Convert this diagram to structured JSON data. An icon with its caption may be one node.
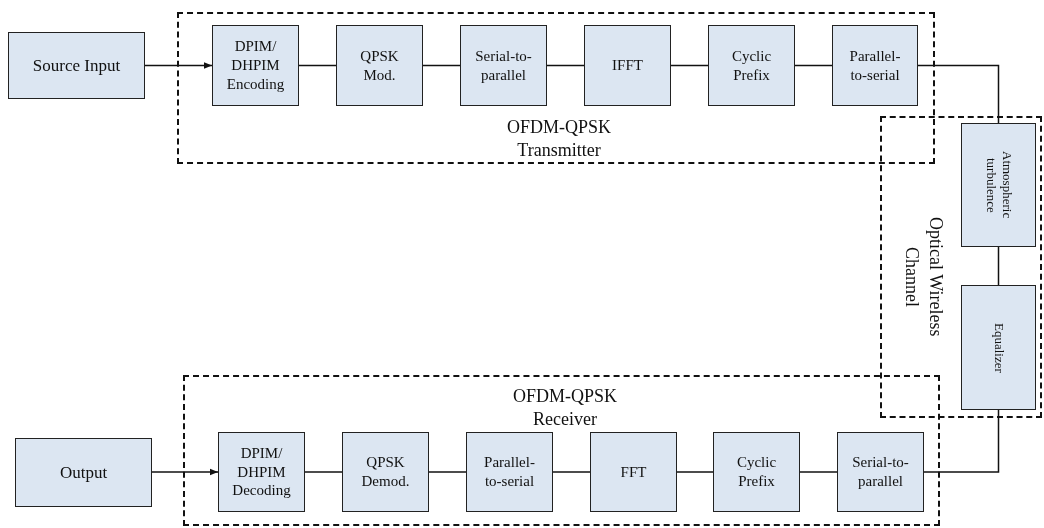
{
  "diagram": {
    "nodes": [
      {
        "text": [
          "Source Input"
        ]
      },
      {
        "text": [
          "OFDM-QPSK Transmitter"
        ]
      },
      {
        "text": [
          "DPIM/ DHPIM Encoding"
        ],
        "in": 1
      },
      {
        "text": [
          "QPSK Mod."
        ],
        "in": 1
      },
      {
        "text": [
          "Serial-to-parallel"
        ],
        "in": 1
      },
      {
        "text": [
          "IFFT"
        ],
        "in": 1
      },
      {
        "text": [
          "Cyclic Prefix"
        ],
        "in": 1
      },
      {
        "text": [
          "Parallel-to-serial"
        ],
        "in": 1
      },
      {
        "text": [
          "Optical Wireless Channel"
        ]
      },
      {
        "text": [
          "Atmospheric turbulence"
        ],
        "in": 8
      },
      {
        "text": [
          "Equalizer"
        ],
        "in": 8
      },
      {
        "text": [
          "OFDM-QPSK Receiver"
        ]
      },
      {
        "text": [
          "DPIM/ DHPIM Decoding"
        ],
        "in": 11
      },
      {
        "text": [
          "QPSK Demod."
        ],
        "in": 11
      },
      {
        "text": [
          "Parallel-to-serial"
        ],
        "in": 11
      },
      {
        "text": [
          "FFT"
        ],
        "in": 11
      },
      {
        "text": [
          "Cyclic Prefix"
        ],
        "in": 11
      },
      {
        "text": [
          "Serial-to-parallel"
        ],
        "in": 11
      },
      {
        "text": [
          "Output"
        ]
      }
    ],
    "edges": [
      {
        "from": 0,
        "to": 2,
        "arrow": "to"
      },
      {
        "from": 2,
        "to": 3,
        "arrow": "none"
      },
      {
        "from": 3,
        "to": 4,
        "arrow": "none"
      },
      {
        "from": 4,
        "to": 5,
        "arrow": "none"
      },
      {
        "from": 5,
        "to": 6,
        "arrow": "none"
      },
      {
        "from": 6,
        "to": 7,
        "arrow": "none"
      },
      {
        "from": 7,
        "to": 9,
        "arrow": "none"
      },
      {
        "from": 9,
        "to": 10,
        "arrow": "none"
      },
      {
        "from": 10,
        "to": 17,
        "arrow": "none"
      },
      {
        "from": 17,
        "to": 16,
        "arrow": "none"
      },
      {
        "from": 16,
        "to": 15,
        "arrow": "none"
      },
      {
        "from": 15,
        "to": 14,
        "arrow": "none"
      },
      {
        "from": 14,
        "to": 13,
        "arrow": "none"
      },
      {
        "from": 13,
        "to": 12,
        "arrow": "none"
      },
      {
        "from": 18,
        "to": 12,
        "arrow": "to"
      }
    ]
  }
}
